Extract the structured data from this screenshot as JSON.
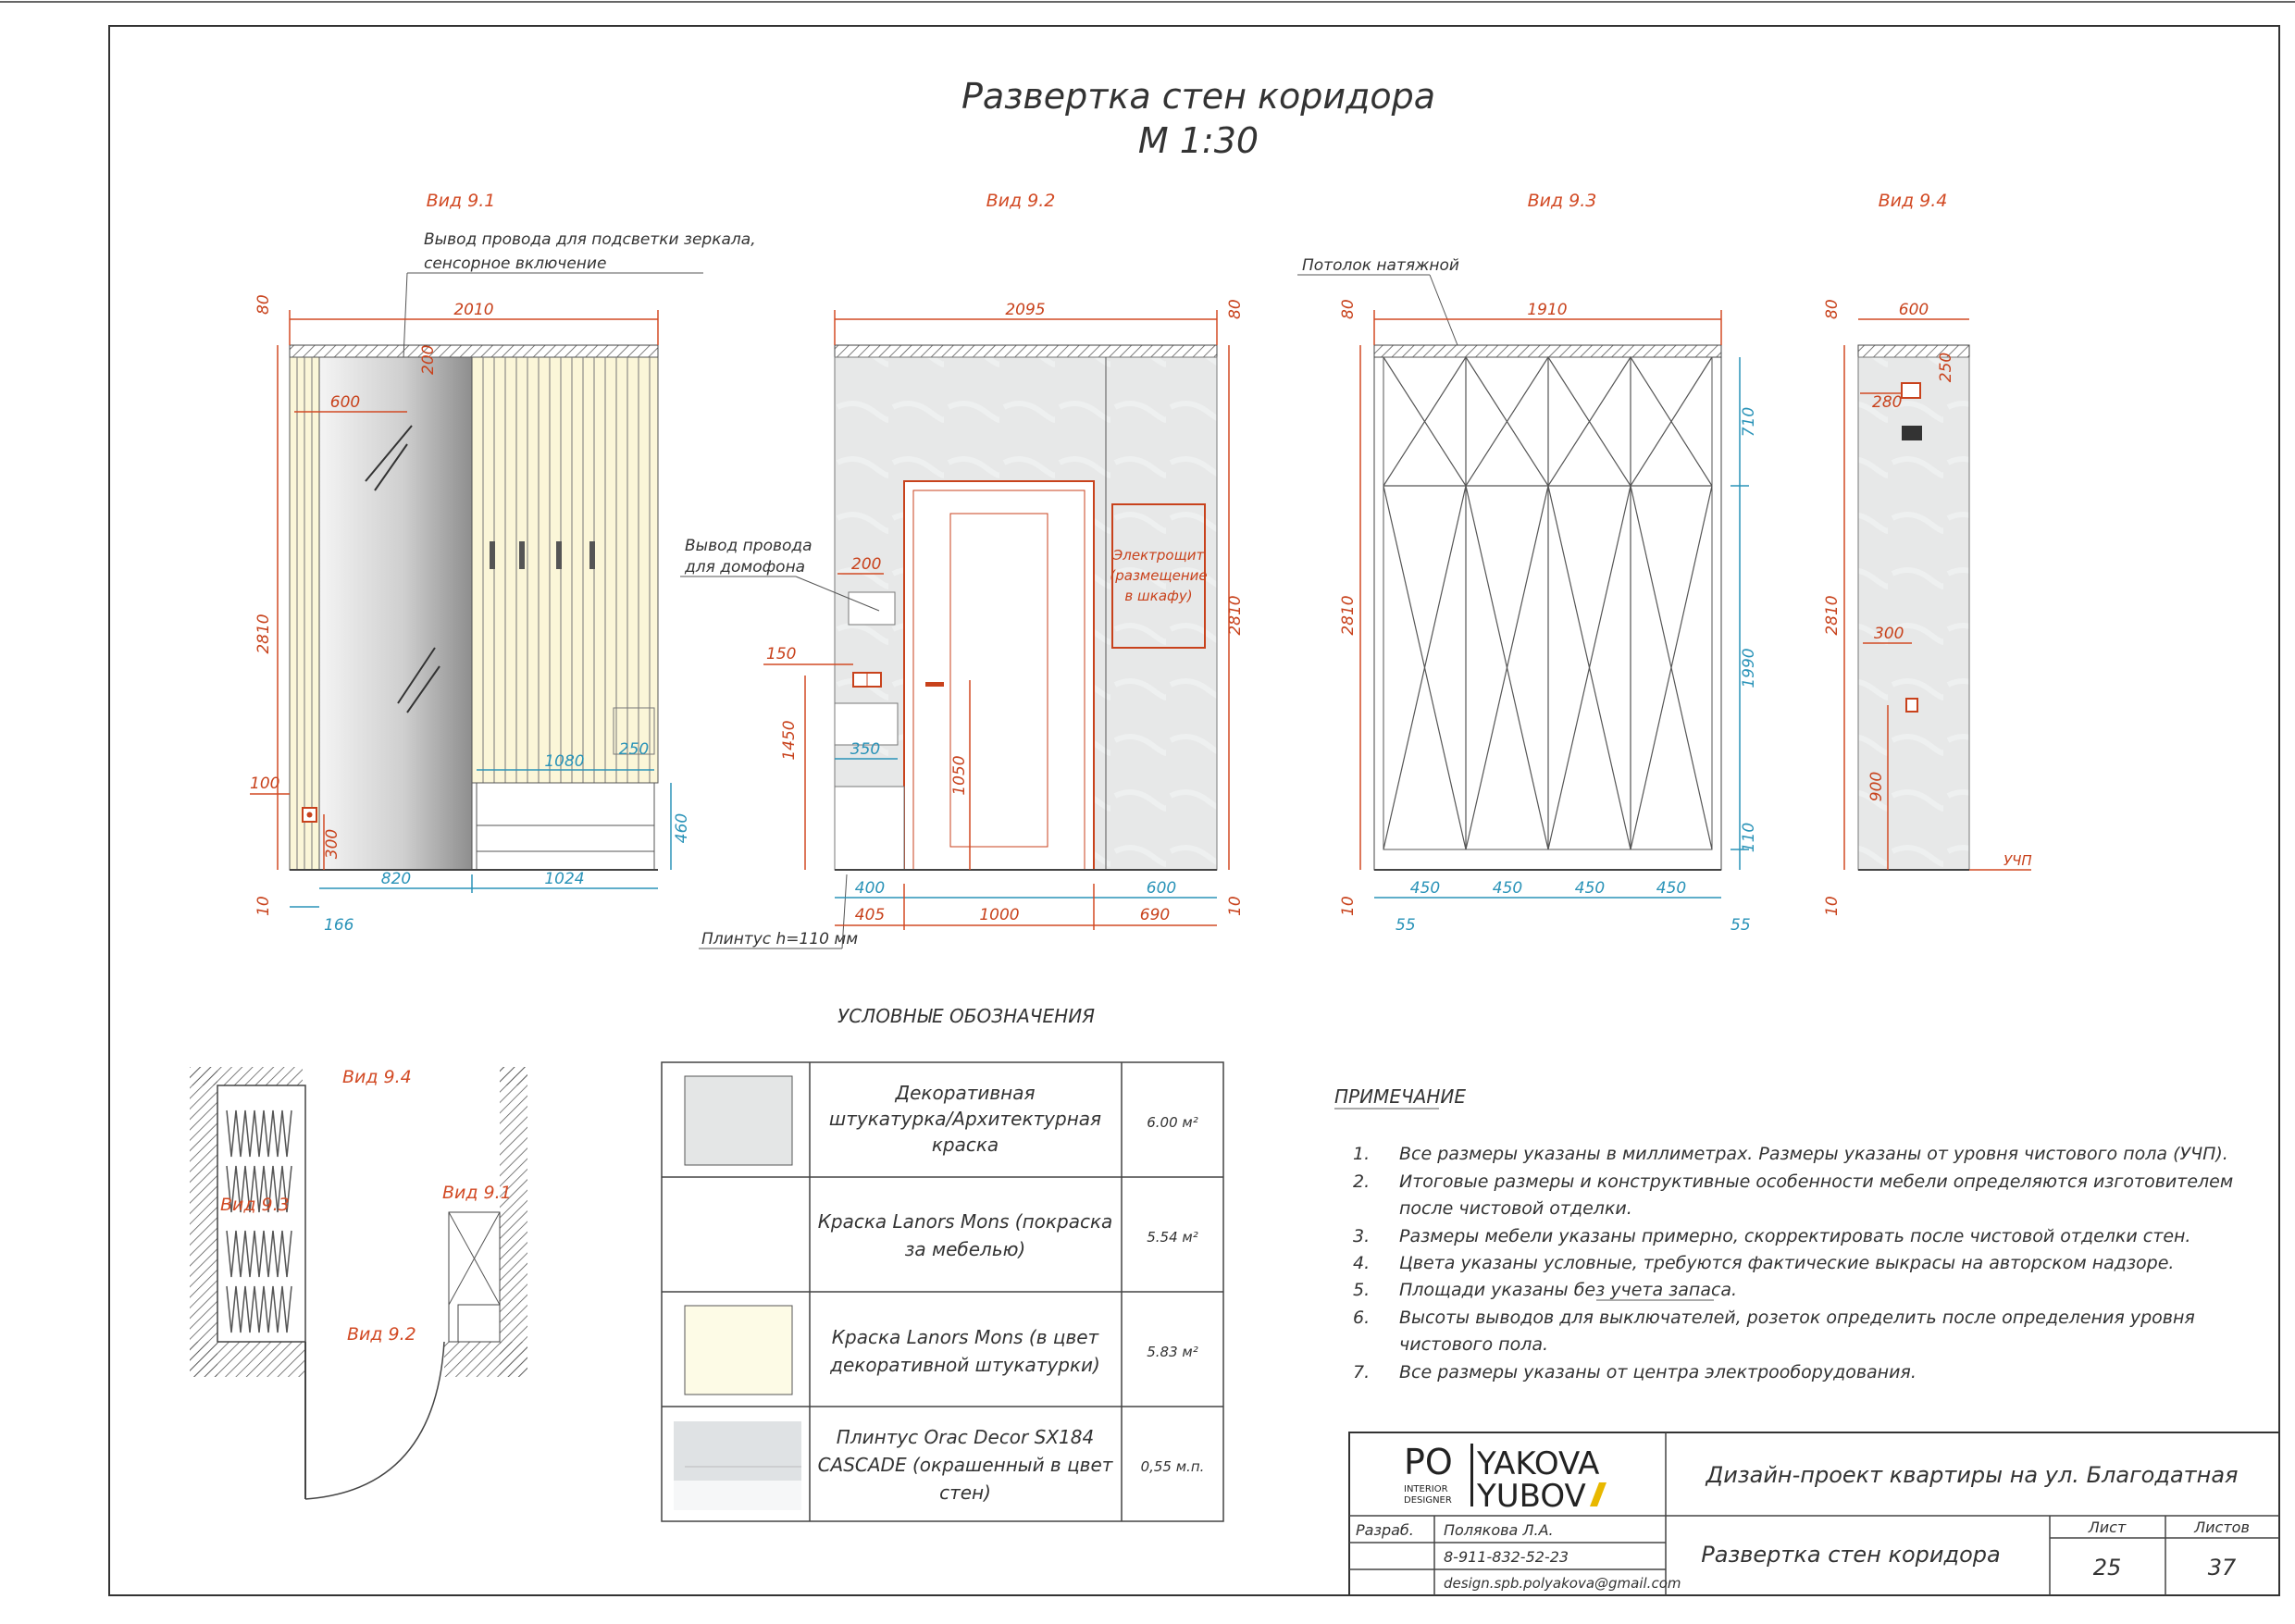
{
  "title": {
    "line1": "Развертка стен коридора",
    "line2": "М 1:30"
  },
  "views": {
    "v1": "Вид 9.1",
    "v2": "Вид 9.2",
    "v3": "Вид 9.3",
    "v4": "Вид 9.4"
  },
  "notes_top": {
    "mirror_wire_1": "Вывод провода для подсветки зеркала,",
    "mirror_wire_2": "сенсорное включение",
    "intercom_1": "Вывод провода",
    "intercom_2": "для домофона",
    "ceiling": "Потолок натяжной",
    "panel_1": "Электрощит",
    "panel_2": "(размещение",
    "panel_3": "в шкафу)",
    "plinth": "Плинтус h=110 мм",
    "ucp": "УЧП"
  },
  "dims": {
    "v1": {
      "top_h": "80",
      "width": "2010",
      "h": "2810",
      "d200": "200",
      "d600": "600",
      "d1080": "1080",
      "d250": "250",
      "d460": "460",
      "d100": "100",
      "d300": "300",
      "d820": "820",
      "d1024": "1024",
      "d166": "166",
      "d10": "10"
    },
    "v2": {
      "width": "2095",
      "top_h": "80",
      "h": "2810",
      "d200": "200",
      "d150": "150",
      "d1450": "1450",
      "d350": "350",
      "d1050": "1050",
      "d400": "400",
      "d405": "405",
      "d1000": "1000",
      "d600": "600",
      "d690": "690",
      "d10": "10"
    },
    "v3": {
      "top_h": "80",
      "width": "1910",
      "h": "2810",
      "d710": "710",
      "d1990": "1990",
      "d110": "110",
      "d450a": "450",
      "d450b": "450",
      "d450c": "450",
      "d450d": "450",
      "d55a": "55",
      "d55b": "55",
      "d10": "10"
    },
    "v4": {
      "top_h": "80",
      "width": "600",
      "d250": "250",
      "d280": "280",
      "h": "2810",
      "d300": "300",
      "d900": "900",
      "d10": "10"
    }
  },
  "plan_labels": {
    "v4": "Вид 9.4",
    "v3": "Вид 9.3",
    "v1": "Вид 9.1",
    "v2": "Вид 9.2"
  },
  "legend": {
    "heading": "УСЛОВНЫЕ ОБОЗНАЧЕНИЯ",
    "rows": [
      {
        "l1": "Декоративная",
        "l2": "штукатурка/Архитектурная",
        "l3": "краска",
        "qty": "6.00 м²",
        "swatch": "#e4e6e6"
      },
      {
        "l1": "Краска Lanors Mons (покраска",
        "l2": "за мебелью)",
        "l3": "",
        "qty": "5.54 м²",
        "swatch": "#ffffff"
      },
      {
        "l1": "Краска Lanors Mons (в цвет",
        "l2": "декоративной штукатурки)",
        "l3": "",
        "qty": "5.83 м²",
        "swatch": "#fdfbe6"
      },
      {
        "l1": "Плинтус Orac Decor SX184",
        "l2": "CASCADE (окрашенный в цвет",
        "l3": "стен)",
        "qty": "0,55 м.п.",
        "swatch": "#dfe2e4"
      }
    ]
  },
  "notes": {
    "heading": "ПРИМЕЧАНИЕ",
    "items": [
      {
        "n": "1.",
        "l1": "Все размеры указаны в миллиметрах. Размеры указаны от уровня чистового пола (УЧП).",
        "l2": ""
      },
      {
        "n": "2.",
        "l1": "Итоговые размеры и конструктивные особенности мебели определяются изготовителем",
        "l2": "после чистовой отделки."
      },
      {
        "n": "3.",
        "l1": "Размеры мебели указаны примерно, скорректировать после чистовой отделки стен.",
        "l2": ""
      },
      {
        "n": "4.",
        "l1": "Цвета указаны условные, требуются фактические выкрасы на авторском надзоре.",
        "l2": ""
      },
      {
        "n": "5.",
        "l1": "Площади указаны без учета запаса.",
        "l2": ""
      },
      {
        "n": "6.",
        "l1": "Высоты выводов для выключателей, розеток определить после определения уровня",
        "l2": "чистового пола."
      },
      {
        "n": "7.",
        "l1": "Все размеры указаны от центра электрооборудования.",
        "l2": ""
      }
    ]
  },
  "stamp": {
    "logo_l1a": "PO",
    "logo_l1b": "YAKOVA",
    "logo_sub1": "INTERIOR",
    "logo_sub2": "DESIGNER",
    "logo_l2b": "YUBOV",
    "project": "Дизайн-проект квартиры на ул. Благодатная",
    "role": "Разраб.",
    "author": "Полякова Л.А.",
    "phone": "8-911-832-52-23",
    "email": "design.spb.polyakova@gmail.com",
    "sheet_title": "Развертка стен коридора",
    "sheet_label": "Лист",
    "sheets_label": "Листов",
    "sheet_no": "25",
    "sheets_total": "37"
  }
}
